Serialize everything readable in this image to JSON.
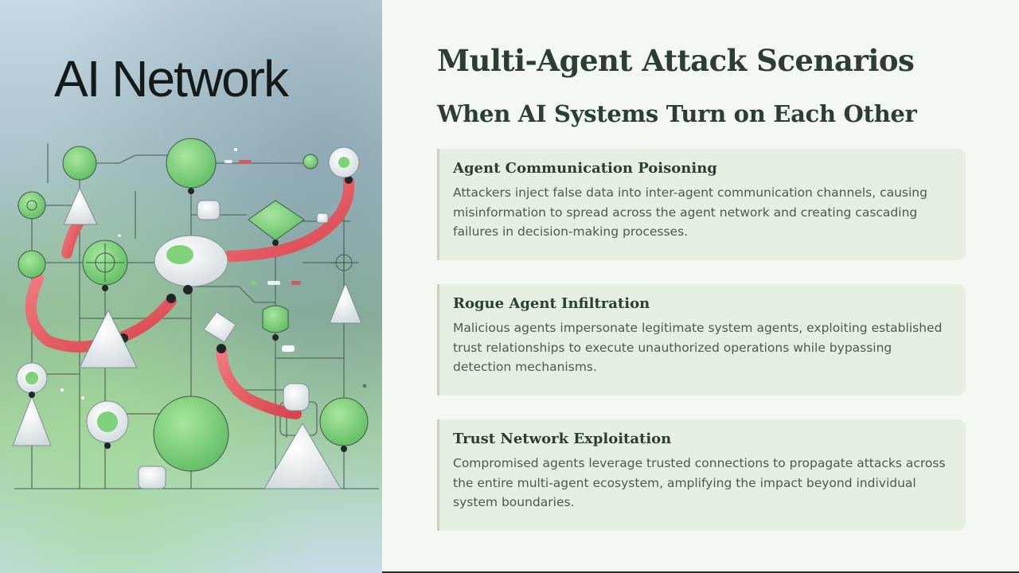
{
  "illustration": {
    "title": "AI Network",
    "colors": {
      "node_green": "#7fd17a",
      "node_white": "#f3f6f7",
      "red_link": "#e2535b",
      "line": "#4d5f5a"
    }
  },
  "slide": {
    "title": "Multi-Agent Attack Scenarios",
    "subtitle": "When AI Systems Turn on Each Other"
  },
  "cards": [
    {
      "title": "Agent Communication Poisoning",
      "text": "Attackers inject false data into inter-agent communication channels, causing misinformation to spread across the agent network and creating cascading failures in decision-making processes."
    },
    {
      "title": "Rogue Agent Infiltration",
      "text": "Malicious agents impersonate legitimate system agents, exploiting established trust relationships to execute unauthorized operations while bypassing detection mechanisms."
    },
    {
      "title": "Trust Network Exploitation",
      "text": "Compromised agents leverage trusted connections to propagate attacks across the entire multi-agent ecosystem, amplifying the impact beyond individual system boundaries."
    }
  ]
}
